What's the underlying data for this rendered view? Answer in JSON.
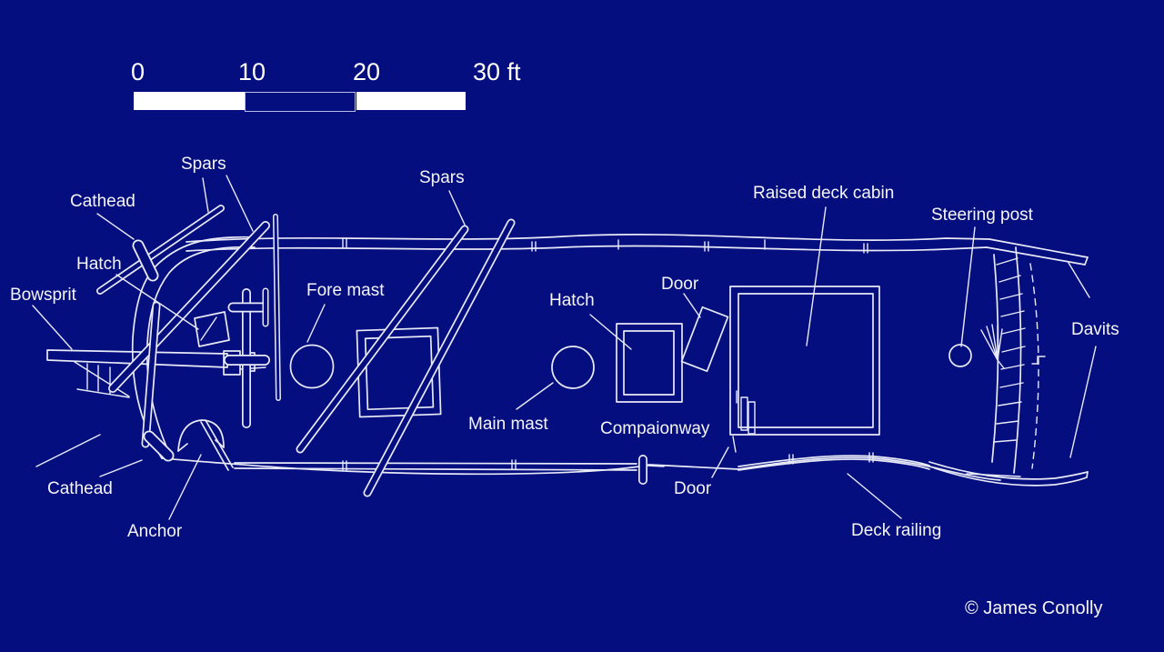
{
  "scalebar": {
    "ticks": [
      "0",
      "10",
      "20",
      "30 ft"
    ]
  },
  "labels": {
    "spars1": "Spars",
    "cathead_top": "Cathead",
    "hatch_bow": "Hatch",
    "bowsprit": "Bowsprit",
    "fore_mast": "Fore mast",
    "spars2": "Spars",
    "hatch_main": "Hatch",
    "door_top": "Door",
    "main_mast": "Main mast",
    "compaionway": "Compaionway",
    "raised_deck_cabin": "Raised deck cabin",
    "steering_post": "Steering post",
    "davits": "Davits",
    "door_bottom": "Door",
    "deck_railing": "Deck railing",
    "cathead_bottom": "Cathead",
    "anchor": "Anchor"
  },
  "credit": "© James Conolly",
  "colors": {
    "background": "#050e7e",
    "line": "#e8eaf8",
    "text": "#f5f5f7"
  }
}
